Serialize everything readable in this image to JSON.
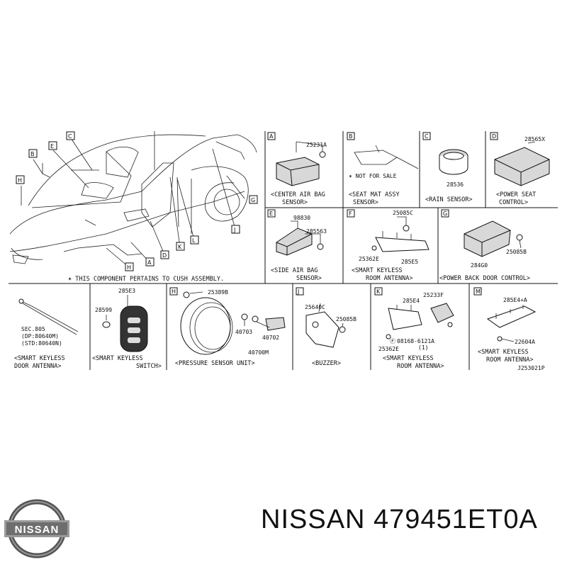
{
  "brand": {
    "logo_text": "NISSAN",
    "part_title": "NISSAN 479451ET0A"
  },
  "overview": {
    "callouts": [
      "C",
      "B",
      "E",
      "H",
      "G",
      "J",
      "L",
      "K",
      "D",
      "A",
      "H"
    ],
    "note": "✶ THIS COMPONENT PERTAINS TO CUSH ASSEMBLY."
  },
  "panels": {
    "A": {
      "letter": "A",
      "parts": [
        "25231A"
      ],
      "caption": [
        "<CENTER AIR BAG",
        "SENSOR>"
      ]
    },
    "B": {
      "letter": "B",
      "parts": [],
      "note": "✶ NOT FOR SALE",
      "caption": [
        "<SEAT MAT ASSY",
        "SENSOR>"
      ]
    },
    "C": {
      "letter": "C",
      "parts": [
        "28536"
      ],
      "caption": [
        "<RAIN SENSOR>"
      ]
    },
    "D": {
      "letter": "D",
      "parts": [
        "28565X"
      ],
      "caption": [
        "<POWER SEAT",
        "CONTROL>"
      ]
    },
    "E": {
      "letter": "E",
      "parts": [
        "98830",
        "285563"
      ],
      "caption": [
        "<SIDE AIR BAG",
        "SENSOR>"
      ]
    },
    "F": {
      "letter": "F",
      "parts": [
        "25085C",
        "25362E",
        "285E5"
      ],
      "caption": [
        "<SMART KEYLESS",
        "ROOM ANTENNA>"
      ]
    },
    "G": {
      "letter": "G",
      "parts": [
        "284G0",
        "25085B"
      ],
      "caption": [
        "<POWER BACK DOOR CONTROL>"
      ]
    },
    "P1": {
      "parts": [
        "SEC.805",
        "(DP:80640M)",
        "(STD:80640N)"
      ],
      "caption": [
        "<SMART KEYLESS",
        "DOOR ANTENNA>"
      ]
    },
    "P2": {
      "parts": [
        "285E3",
        "28599"
      ],
      "caption": [
        "<SMART KEYLESS",
        "SWITCH>"
      ]
    },
    "H": {
      "letter": "H",
      "parts": [
        "25389B",
        "40703",
        "40702",
        "40700M"
      ],
      "caption": [
        "<PRESSURE SENSOR UNIT>"
      ]
    },
    "J": {
      "letter": "J",
      "parts": [
        "25640C",
        "25085B"
      ],
      "caption": [
        "<BUZZER>"
      ]
    },
    "K": {
      "letter": "K",
      "parts": [
        "285E4",
        "25233F",
        "08168-6121A",
        "(1)",
        "25362E"
      ],
      "caption": [
        "<SMART KEYLESS",
        "ROOM ANTENNA>"
      ]
    },
    "M": {
      "letter": "M",
      "parts": [
        "285E4+A",
        "22604A"
      ],
      "caption": [
        "<SMART KEYLESS",
        "ROOM ANTENNA>"
      ]
    }
  },
  "drawing_id": "J253021P"
}
